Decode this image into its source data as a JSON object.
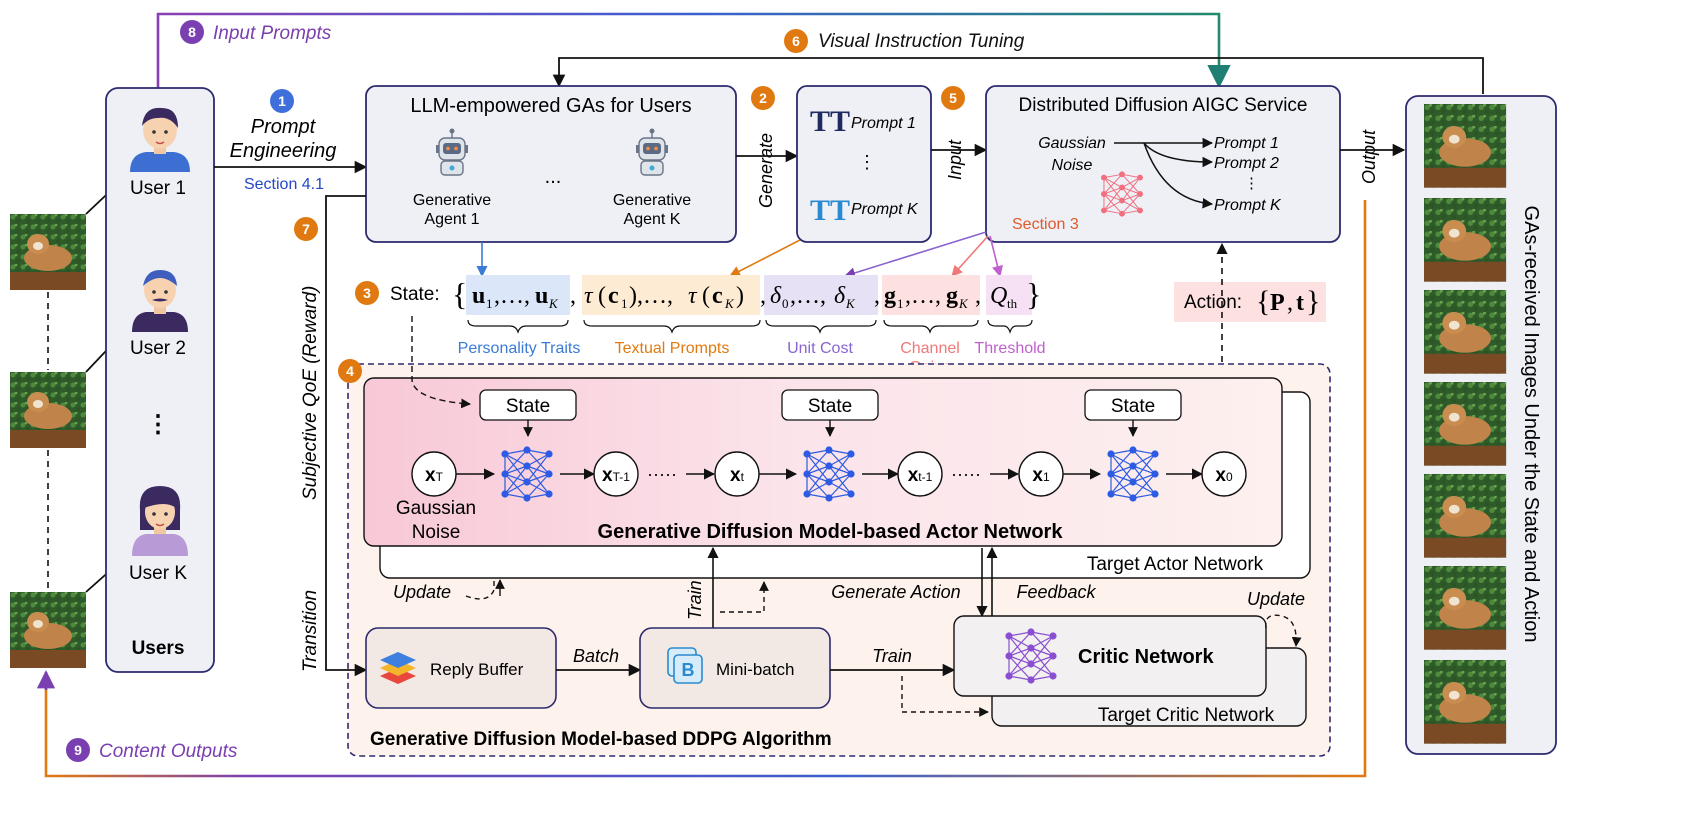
{
  "colors": {
    "purple": "#7a3fb0",
    "orange": "#e07a10",
    "blue_badge": "#3f6fdb",
    "teal": "#1f7f72",
    "net_blue": "#2d5be3",
    "net_red": "#f0707f",
    "net_purple": "#8a4fd0",
    "personality": "#3a7bd5",
    "textual": "#e07a10",
    "unitcost": "#8a63d2",
    "channel": "#f07878",
    "threshold": "#c060d0",
    "section": "#2447c9",
    "section3": "#e05a2a"
  },
  "flow": {
    "input_prompts": "Input Prompts",
    "content_outputs": "Content Outputs",
    "visual_instruction_tuning": "Visual Instruction Tuning",
    "prompt_engineering_1": "Prompt",
    "prompt_engineering_2": "Engineering",
    "section41": "Section 4.1",
    "generate": "Generate",
    "input": "Input",
    "output": "Output",
    "subjective_qoe": "Subjective QoE (Reward)",
    "transition": "Transition"
  },
  "badges": [
    "1",
    "2",
    "3",
    "4",
    "5",
    "6",
    "7",
    "8",
    "9"
  ],
  "users": {
    "title": "Users",
    "user1": "User 1",
    "user2": "User 2",
    "userk": "User K",
    "dots": "⋮"
  },
  "gas": {
    "title": "LLM-empowered GAs for Users",
    "agent1_l1": "Generative",
    "agent1_l2": "Agent 1",
    "agentk_l1": "Generative",
    "agentk_l2": "Agent K",
    "dots": "..."
  },
  "prompts": {
    "p1": "Prompt 1",
    "pk": "Prompt K",
    "dots": "⋮",
    "icon_letters": "TT"
  },
  "aigc": {
    "title": "Distributed Diffusion AIGC Service",
    "gaussian_1": "Gaussian",
    "gaussian_2": "Noise",
    "p1": "Prompt 1",
    "p2": "Prompt 2",
    "pk": "Prompt K",
    "dots": "⋮",
    "section": "Section 3"
  },
  "state": {
    "label": "State:",
    "personality": "Personality Traits",
    "textual": "Textual Prompts",
    "unit_cost": "Unit Cost",
    "channel_1": "Channel",
    "channel_2": "Gains",
    "threshold": "Threshold"
  },
  "action": {
    "label": "Action:"
  },
  "actor": {
    "state": "State",
    "x_T": "x",
    "gaussian_1": "Gaussian",
    "gaussian_2": "Noise",
    "title": "Generative Diffusion Model-based Actor Network",
    "target": "Target Actor Network",
    "dots": "·····"
  },
  "ddpg": {
    "update": "Update",
    "train": "Train",
    "generate_action": "Generate Action",
    "feedback": "Feedback",
    "reply_buffer": "Reply Buffer",
    "batch": "Batch",
    "mini_batch": "Mini-batch",
    "train2": "Train",
    "critic": "Critic Network",
    "target_critic": "Target Critic Network",
    "update2": "Update",
    "title": "Generative Diffusion Model-based DDPG Algorithm"
  },
  "right_panel": {
    "caption": "GAs-received Images Under the State and Action"
  }
}
